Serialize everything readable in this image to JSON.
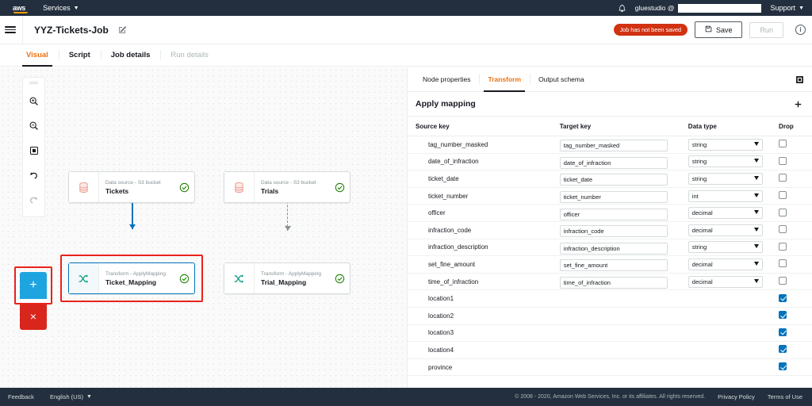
{
  "topnav": {
    "logo": "aws",
    "services_label": "Services",
    "bell_icon": "bell-icon",
    "account_label": "gluestudio @",
    "account_redacted": "",
    "support_label": "Support"
  },
  "jobbar": {
    "menu_icon": "hamburger-icon",
    "title": "YYZ-Tickets-Job",
    "edit_icon": "edit-pencil-icon",
    "unsaved_badge": "Job has not been saved",
    "save_label": "Save",
    "save_icon": "save-disk-icon",
    "run_label": "Run",
    "info_icon": "info-icon",
    "info_glyph": "i"
  },
  "tabs": [
    {
      "label": "Visual",
      "state": "active"
    },
    {
      "label": "Script",
      "state": "normal"
    },
    {
      "label": "Job details",
      "state": "normal"
    },
    {
      "label": "Run details",
      "state": "disabled"
    }
  ],
  "canvas": {
    "rail": [
      {
        "name": "zoom-in-icon",
        "glyph": "zoom-in"
      },
      {
        "name": "zoom-out-icon",
        "glyph": "zoom-out"
      },
      {
        "name": "fit-to-screen-icon",
        "glyph": "fit"
      },
      {
        "name": "undo-icon",
        "glyph": "undo"
      },
      {
        "name": "redo-icon",
        "glyph": "redo"
      }
    ],
    "fab_add_label": "+",
    "fab_delete_label": "×",
    "nodes": [
      {
        "subtitle": "Data source - S3 bucket",
        "name": "Tickets",
        "icon": "database-icon",
        "status": "valid-check-icon",
        "selected": false
      },
      {
        "subtitle": "Data source - S3 bucket",
        "name": "Trials",
        "icon": "database-icon",
        "status": "valid-check-icon",
        "selected": false
      },
      {
        "subtitle": "Transform - ApplyMapping",
        "name": "Ticket_Mapping",
        "icon": "transform-shuffle-icon",
        "status": "valid-check-icon",
        "selected": true
      },
      {
        "subtitle": "Transform - ApplyMapping",
        "name": "Trial_Mapping",
        "icon": "transform-shuffle-icon",
        "status": "valid-check-icon",
        "selected": false
      }
    ]
  },
  "panel": {
    "tabs": [
      {
        "label": "Node properties",
        "state": "normal"
      },
      {
        "label": "Transform",
        "state": "active"
      },
      {
        "label": "Output schema",
        "state": "normal"
      }
    ],
    "collapse_icon": "collapse-panel-icon",
    "title": "Apply mapping",
    "add_icon": "add-mapping-icon",
    "columns": [
      "Source key",
      "Target key",
      "Data type",
      "Drop"
    ],
    "rows": [
      {
        "source_key": "tag_number_masked",
        "target_key": "tag_number_masked",
        "data_type": "string",
        "drop": false,
        "has_fields": true
      },
      {
        "source_key": "date_of_infraction",
        "target_key": "date_of_infraction",
        "data_type": "string",
        "drop": false,
        "has_fields": true
      },
      {
        "source_key": "ticket_date",
        "target_key": "ticket_date",
        "data_type": "string",
        "drop": false,
        "has_fields": true
      },
      {
        "source_key": "ticket_number",
        "target_key": "ticket_number",
        "data_type": "int",
        "drop": false,
        "has_fields": true
      },
      {
        "source_key": "officer",
        "target_key": "officer",
        "data_type": "decimal",
        "drop": false,
        "has_fields": true
      },
      {
        "source_key": "infraction_code",
        "target_key": "infraction_code",
        "data_type": "decimal",
        "drop": false,
        "has_fields": true
      },
      {
        "source_key": "infraction_description",
        "target_key": "infraction_description",
        "data_type": "string",
        "drop": false,
        "has_fields": true
      },
      {
        "source_key": "set_fine_amount",
        "target_key": "set_fine_amount",
        "data_type": "decimal",
        "drop": false,
        "has_fields": true
      },
      {
        "source_key": "time_of_infraction",
        "target_key": "time_of_infraction",
        "data_type": "decimal",
        "drop": false,
        "has_fields": true
      },
      {
        "source_key": "location1",
        "target_key": "",
        "data_type": "",
        "drop": true,
        "has_fields": false
      },
      {
        "source_key": "location2",
        "target_key": "",
        "data_type": "",
        "drop": true,
        "has_fields": false
      },
      {
        "source_key": "location3",
        "target_key": "",
        "data_type": "",
        "drop": true,
        "has_fields": false
      },
      {
        "source_key": "location4",
        "target_key": "",
        "data_type": "",
        "drop": true,
        "has_fields": false
      },
      {
        "source_key": "province",
        "target_key": "",
        "data_type": "",
        "drop": true,
        "has_fields": false
      }
    ]
  },
  "footer": {
    "feedback_label": "Feedback",
    "language_label": "English (US)",
    "copyright": "© 2008 - 2020, Amazon Web Services, Inc. or its affiliates. All rights reserved.",
    "privacy_label": "Privacy Policy",
    "terms_label": "Terms of Use"
  },
  "colors": {
    "aws_navy": "#232f3e",
    "accent_orange": "#ec7211",
    "alert_red": "#d13212",
    "highlight_red": "#e8231b",
    "link_blue": "#0073bb",
    "fab_blue": "#1ea5e0",
    "fab_red": "#d9261c",
    "success_green": "#1d8102"
  }
}
